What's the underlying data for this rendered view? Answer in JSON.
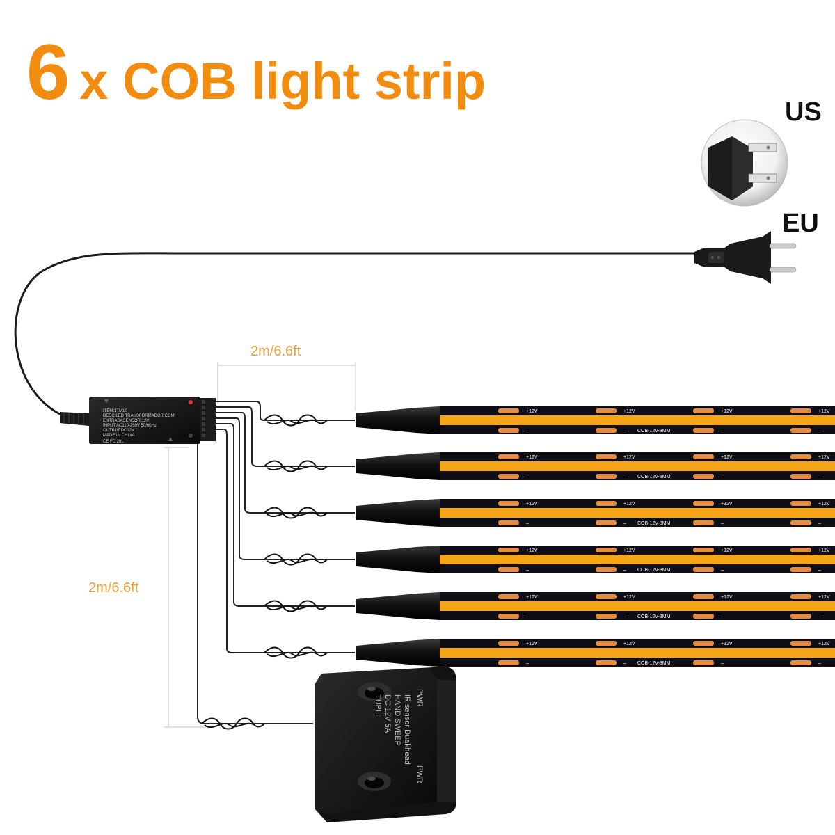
{
  "title": {
    "number": "6",
    "text": "x COB light strip"
  },
  "plugs": {
    "us_label": "US",
    "eu_label": "EU"
  },
  "dimensions": {
    "strip_length": "2m/6.6ft",
    "sensor_cable_length": "2m/6.6ft"
  },
  "controller": {
    "lines": [
      "ITEM:1TM10",
      "DESC:LED TRANSFORMADOR.COM",
      "ENTRADASENSOR:12V",
      "INPUT:AC110-250V 50/60Hz",
      "OUTPUT:DC12V",
      "MADE IN CHINA"
    ],
    "marks": "CE FC 20L"
  },
  "strip": {
    "positive": "+12V",
    "negative": "–",
    "model": "COB-12V-8MM",
    "count": 6
  },
  "sensor": {
    "lines": [
      "IR sensor Dual-head",
      "HAND SWEEP",
      "DC 12V 5A",
      "TUPLI"
    ],
    "left_mark": "PWR",
    "right_mark": "PWR"
  },
  "colors": {
    "accent": "#f28c0f",
    "dimension": "#e8a03c",
    "strip": "#f6a518",
    "strip_edge": "#0e0e14"
  }
}
